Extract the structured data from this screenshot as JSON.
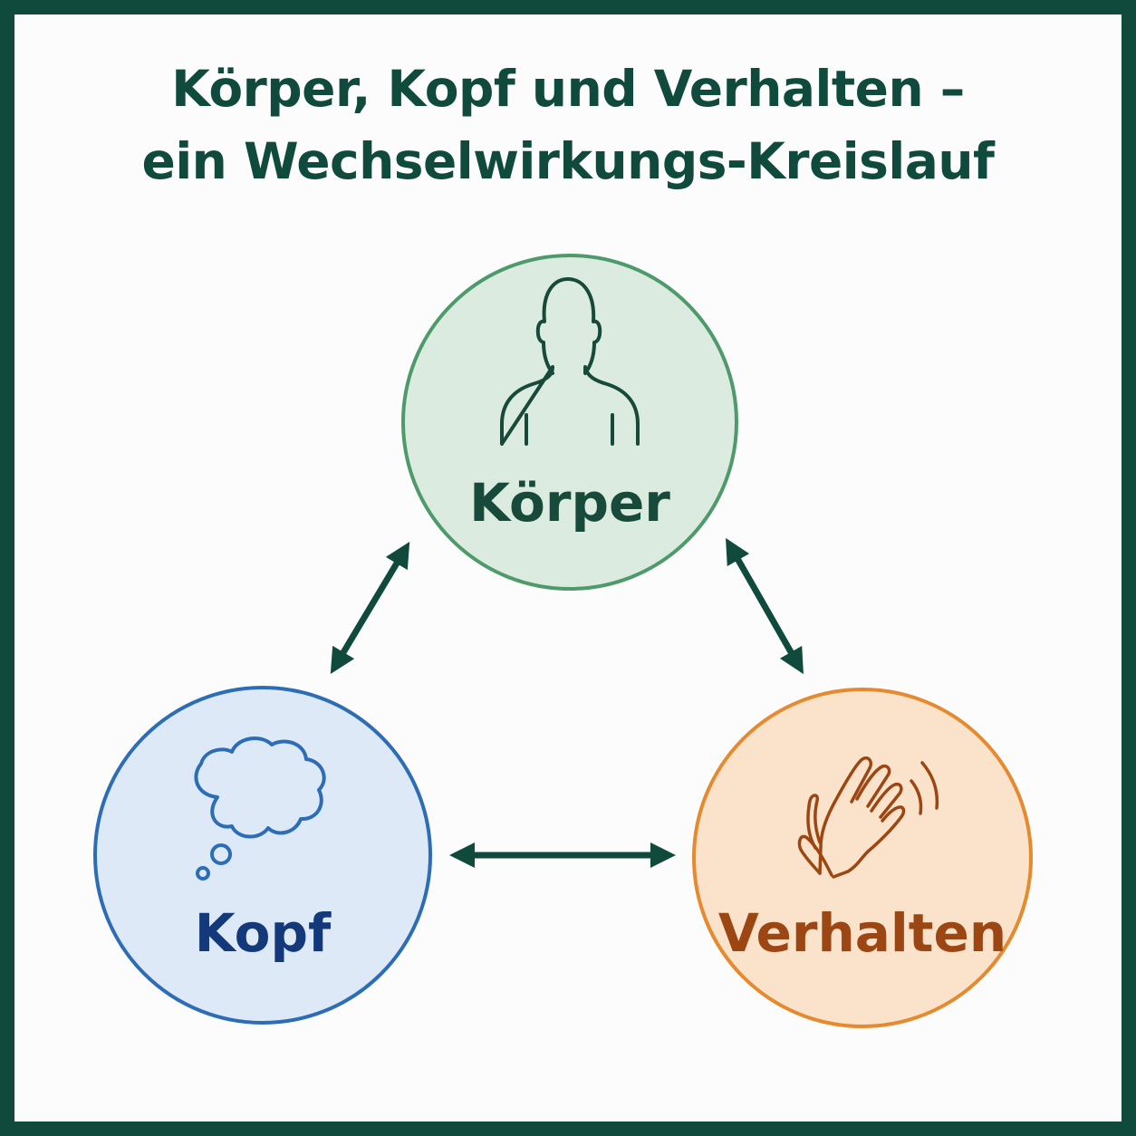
{
  "title": {
    "line1": "Körper, Kopf und Verhalten –",
    "line2": "ein Wechselwirkungs-Kreislauf"
  },
  "nodes": {
    "koerper": {
      "label": "Körper",
      "icon": "person-silhouette-icon",
      "fill": "#dcebdf",
      "stroke": "#4e9a6a",
      "text_color": "#174a3a"
    },
    "kopf": {
      "label": "Kopf",
      "icon": "thought-bubble-icon",
      "fill": "#dde9f7",
      "stroke": "#2d6db6",
      "text_color": "#14397a"
    },
    "verhalten": {
      "label": "Verhalten",
      "icon": "waving-hand-icon",
      "fill": "#fbe3cb",
      "stroke": "#e58a2e",
      "text_color": "#9c4613"
    }
  },
  "colors": {
    "frame": "#0f4a3c",
    "arrow": "#0f4a3c"
  }
}
